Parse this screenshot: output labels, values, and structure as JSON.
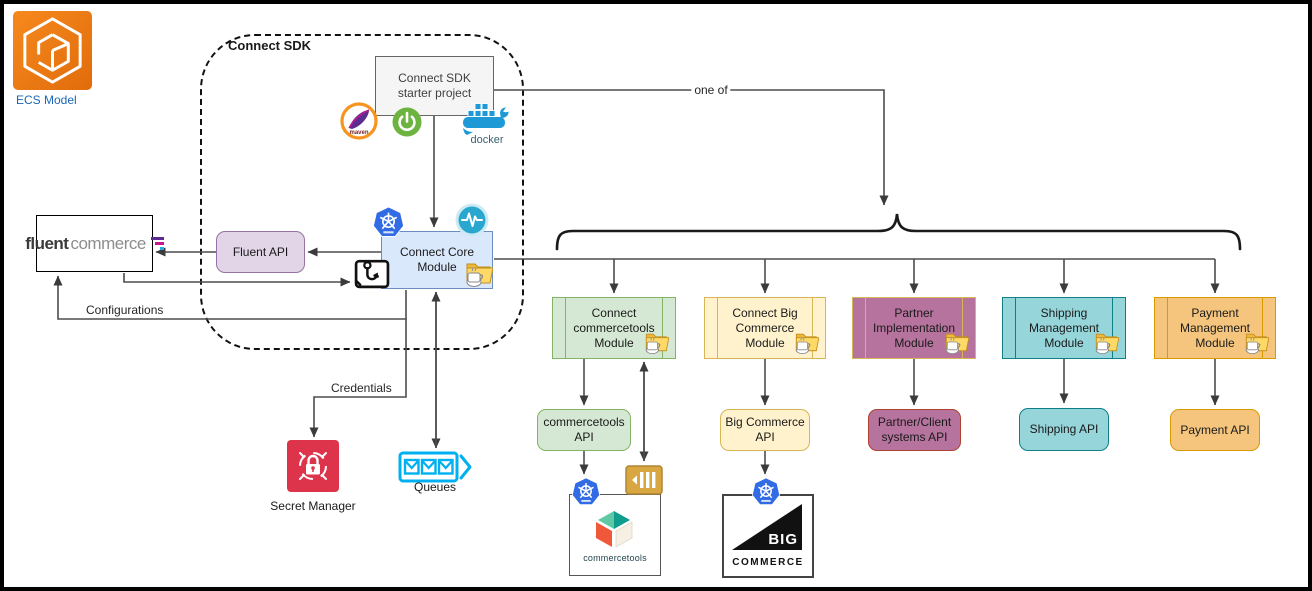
{
  "ecs": {
    "label": "ECS Model",
    "color": "#ed7100",
    "label_color": "#1a66b8"
  },
  "sdk": {
    "boundary": "Connect SDK",
    "starter": "Connect SDK starter project",
    "core": "Connect Core Module",
    "fluent_api": "Fluent API"
  },
  "fluentcommerce": {
    "word1": "fluent",
    "word2": "commerce"
  },
  "labels": {
    "one_of": "one of",
    "configurations": "Configurations",
    "credentials": "Credentials",
    "secret_manager": "Secret Manager",
    "queues": "Queues"
  },
  "modules": [
    {
      "id": "commercetools",
      "label": "Connect commercetools Module",
      "api": "commercetools API",
      "fill": "#d5e8d4",
      "border": "#82b366"
    },
    {
      "id": "bigcommerce",
      "label": "Connect Big Commerce Module",
      "api": "Big Commerce API",
      "fill": "#fff2cc",
      "border": "#d6b656"
    },
    {
      "id": "partner",
      "label": "Partner Implementation Module",
      "api": "Partner/Client systems API",
      "fill": "#b5739d",
      "border": "#d6b656",
      "api_fill": "#b5739d",
      "api_border": "#ae4132"
    },
    {
      "id": "shipping",
      "label": "Shipping Management Module",
      "api": "Shipping API",
      "fill": "#96d5da",
      "border": "#0e8088"
    },
    {
      "id": "payment",
      "label": "Payment Management Module",
      "api": "Payment API",
      "fill": "#f5c57e",
      "border": "#d79b00"
    }
  ],
  "logos": {
    "commercetools": "commercetools",
    "bigcommerce_big": "BIG",
    "bigcommerce_commerce": "COMMERCE",
    "docker": "docker",
    "maven": "maven"
  },
  "colors": {
    "kubernetes_blue": "#326ce5",
    "queues_cyan": "#00b0f0",
    "secret_red": "#dd344c",
    "spring_green": "#6db33f",
    "docker_blue": "#1d9ad6",
    "maven_orange": "#f7941e",
    "gold_queue": "#d9a741",
    "line": "#3b3b3b"
  }
}
